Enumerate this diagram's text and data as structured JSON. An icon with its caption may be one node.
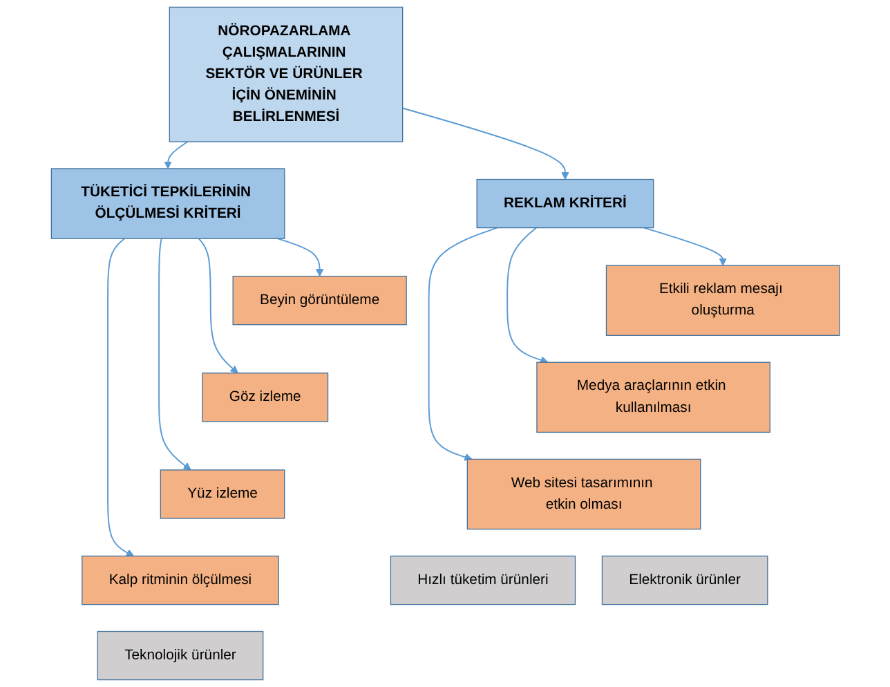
{
  "diagram": {
    "nodes": [
      {
        "text": [
          "NÖROPAZARLAMA ÇALIŞMALARININ SEKTÖR VE ÜRÜNLER İÇİN ÖNEMİNİN BELİRLENMESİ"
        ]
      },
      {
        "text": [
          "REKLAM KRİTERİ"
        ]
      },
      {
        "text": [
          "TÜKETİCİ TEPKİLERİNİN ÖLÇÜLMESİ KRİTERİ"
        ]
      },
      {
        "text": [
          "Etkili reklam mesajı oluşturma"
        ]
      },
      {
        "text": [
          "Medya araçlarının etkin kullanılması"
        ]
      },
      {
        "text": [
          "Web sitesi tasarımının etkin olması"
        ]
      },
      {
        "text": [
          "Beyin görüntüleme"
        ]
      },
      {
        "text": [
          "Göz izleme"
        ]
      },
      {
        "text": [
          "Yüz izleme"
        ]
      },
      {
        "text": [
          "Kalp ritminin ölçülmesi"
        ]
      },
      {
        "text": [
          "Hızlı tüketim ürünleri"
        ]
      },
      {
        "text": [
          "Elektronik ürünler"
        ]
      },
      {
        "text": [
          "Teknolojik ürünler"
        ]
      }
    ],
    "edges": [
      {
        "from": 0,
        "to": 1,
        "arrow": "to"
      },
      {
        "from": 0,
        "to": 2,
        "arrow": "to"
      },
      {
        "from": 1,
        "to": 3,
        "arrow": "to"
      },
      {
        "from": 1,
        "to": 4,
        "arrow": "to"
      },
      {
        "from": 1,
        "to": 5,
        "arrow": "to"
      },
      {
        "from": 2,
        "to": 6,
        "arrow": "to"
      },
      {
        "from": 2,
        "to": 7,
        "arrow": "to"
      },
      {
        "from": 2,
        "to": 8,
        "arrow": "to"
      },
      {
        "from": 2,
        "to": 9,
        "arrow": "to"
      }
    ]
  }
}
